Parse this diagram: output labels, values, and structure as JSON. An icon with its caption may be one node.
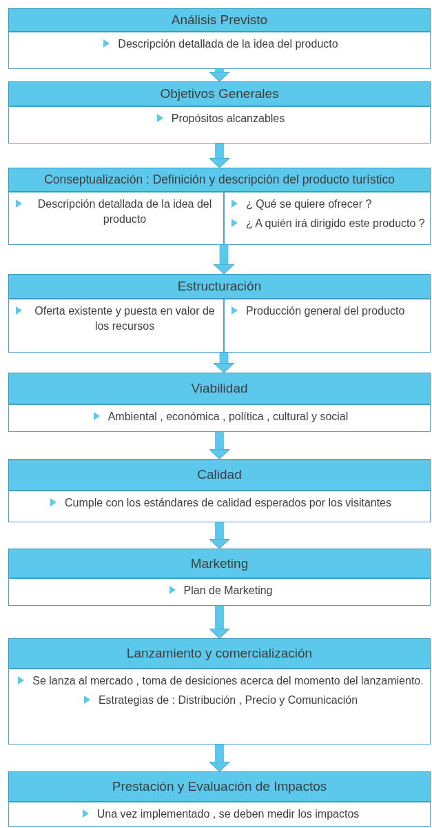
{
  "diagram": {
    "nodes": [
      {
        "text": [
          "Análisis Previsto"
        ]
      },
      {
        "text": [
          "Descripción detallada de la idea del producto"
        ]
      },
      {
        "text": [
          "Objetivos Generales"
        ]
      },
      {
        "text": [
          "Propósitos alcanzables"
        ]
      },
      {
        "text": [
          "Conseptualización : Definición y descripción del producto turístico"
        ]
      },
      {
        "text": [
          "Descripción detallada de la idea del producto"
        ]
      },
      {
        "text": [
          "¿ Qué se quiere ofrecer ?",
          "¿ A quién irá dirigido este producto ?"
        ]
      },
      {
        "text": [
          "Estructuración"
        ]
      },
      {
        "text": [
          "Oferta existente y puesta en valor de los recursos"
        ]
      },
      {
        "text": [
          "Producción general del producto"
        ]
      },
      {
        "text": [
          "Viabilidad"
        ]
      },
      {
        "text": [
          "Ambiental , económica , política , cultural y social"
        ]
      },
      {
        "text": [
          "Calidad"
        ]
      },
      {
        "text": [
          "Cumple con los estándares de calidad esperados por los visitantes"
        ]
      },
      {
        "text": [
          "Marketing"
        ]
      },
      {
        "text": [
          "Plan de Marketing"
        ]
      },
      {
        "text": [
          "Lanzamiento y comercialización"
        ]
      },
      {
        "text": [
          "Se lanza al mercado , toma de desiciones acerca del momento del lanzamiento.",
          "Estrategias de : Distribución , Precio y Comunicación"
        ]
      },
      {
        "text": [
          "Prestación y Evaluación de Impactos"
        ]
      },
      {
        "text": [
          "Una vez implementado , se deben medir los impactos"
        ]
      }
    ],
    "edges": [
      {
        "from": 1,
        "to": 2,
        "arrow": "to"
      },
      {
        "from": 3,
        "to": 4,
        "arrow": "to"
      },
      {
        "from": 5,
        "to": 7,
        "arrow": "to"
      },
      {
        "from": 8,
        "to": 10,
        "arrow": "to"
      },
      {
        "from": 11,
        "to": 12,
        "arrow": "to"
      },
      {
        "from": 13,
        "to": 14,
        "arrow": "to"
      },
      {
        "from": 15,
        "to": 16,
        "arrow": "to"
      },
      {
        "from": 17,
        "to": 18,
        "arrow": "to"
      }
    ]
  }
}
